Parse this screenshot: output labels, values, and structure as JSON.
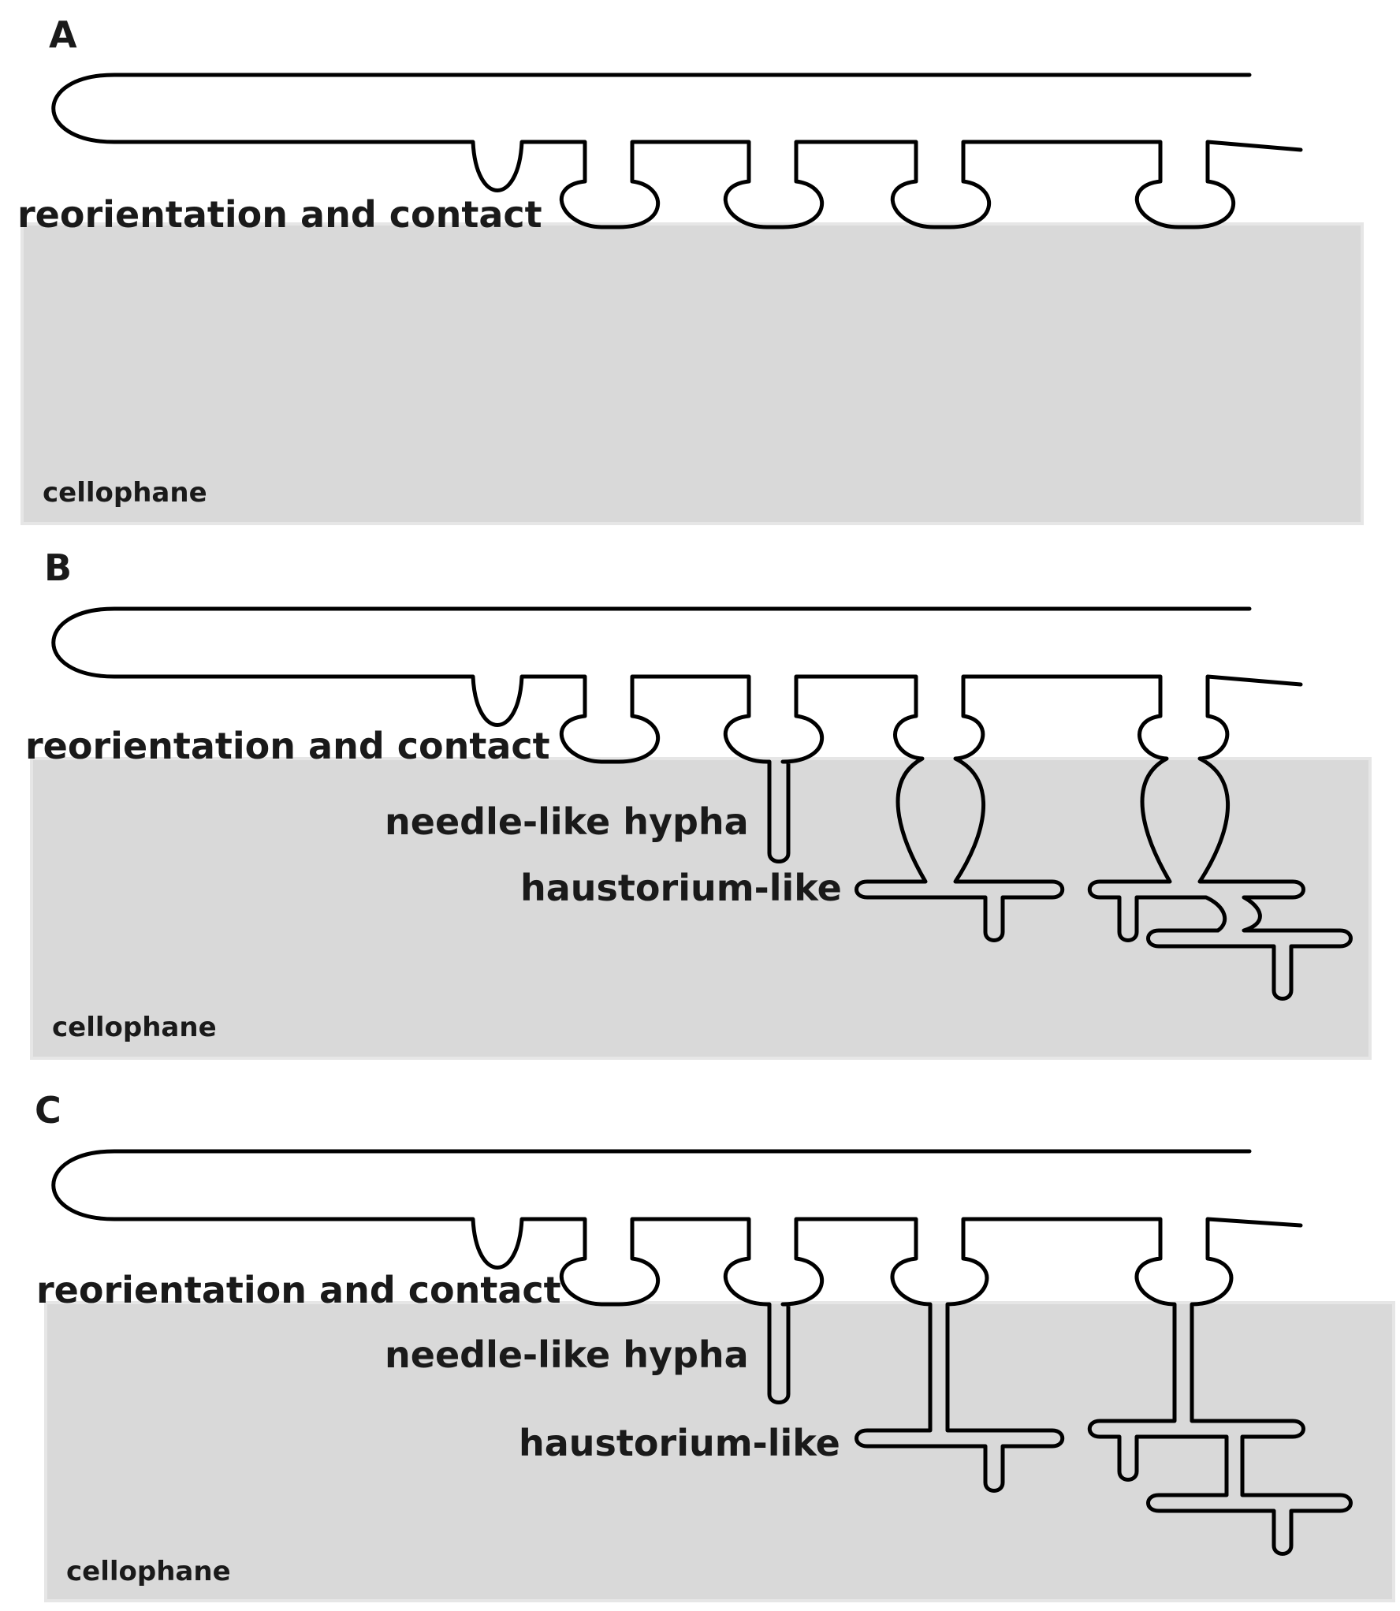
{
  "panels": [
    {
      "letter": "A",
      "labels": {
        "contact": "reorientation and contact",
        "substrate": "cellophane"
      }
    },
    {
      "letter": "B",
      "labels": {
        "contact": "reorientation and contact",
        "needle": "needle-like hypha",
        "haustorium": "haustorium-like",
        "substrate": "cellophane"
      }
    },
    {
      "letter": "C",
      "labels": {
        "contact": "reorientation and contact",
        "needle": "needle-like hypha",
        "haustorium": "haustorium-like",
        "substrate": "cellophane"
      }
    }
  ],
  "colors": {
    "membrane": "#d9d9d9",
    "outline": "#000000",
    "text": "#1a1a1a"
  }
}
